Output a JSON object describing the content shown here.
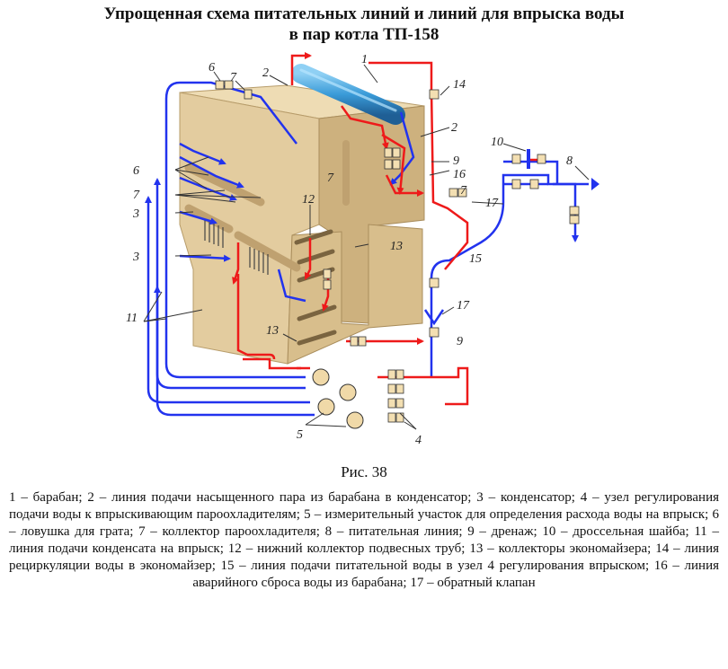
{
  "title": {
    "line1": "Упрощенная схема питательных линий и линий для впрыска воды",
    "line2": "в пар котла ТП-158"
  },
  "figure": {
    "caption": "Рис. 38",
    "labels": {
      "l1": "1",
      "l2a": "2",
      "l2b": "2",
      "l3a": "3",
      "l3b": "3",
      "l4": "4",
      "l5": "5",
      "l6a": "6",
      "l6b": "6",
      "l7a": "7",
      "l7b": "7",
      "l7c": "7",
      "l7d": "7",
      "l8": "8",
      "l9a": "9",
      "l9b": "9",
      "l10": "10",
      "l11": "11",
      "l12": "12",
      "l13a": "13",
      "l13b": "13",
      "l14": "14",
      "l15": "15",
      "l16": "16",
      "l17a": "17",
      "l17b": "17"
    },
    "colors": {
      "boiler_front": "#e3cc9f",
      "boiler_side": "#cdb17e",
      "boiler_top": "#eedcb4",
      "water_line": "#2233ee",
      "steam_line": "#ee1a1a",
      "drum": "#3a9bd8"
    }
  },
  "legend": "1 – барабан; 2 – линия подачи насыщенного пара из барабана в конденсатор; 3 – конденсатор; 4 – узел регулирования подачи воды к впрыскивающим пароохладителям; 5 – измерительный участок для определения расхода воды на впрыск; 6 – ловушка для грата; 7 – коллектор пароохладителя; 8 – питательная линия; 9 – дренаж; 10 – дроссельная шайба; 11 – линия подачи конденсата на впрыск; 12 – нижний коллектор подвесных труб; 13 – коллекторы экономайзера; 14 – линия рециркуляции воды в экономайзер; 15 – линия подачи питательной воды в узел 4 регулирования впрыском; 16 – линия аварийного сброса воды из барабана; 17 – обратный клапан"
}
